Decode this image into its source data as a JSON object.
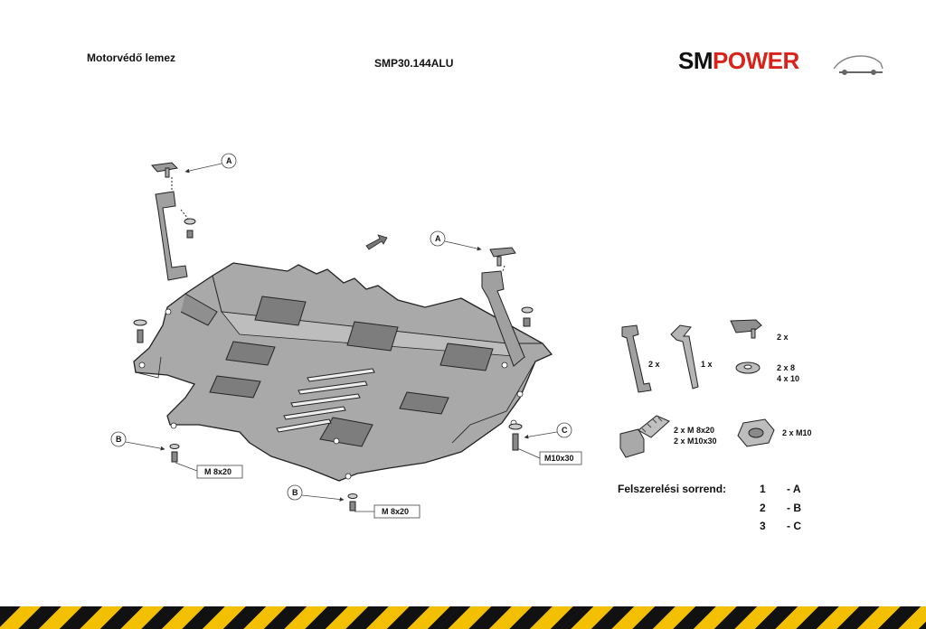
{
  "header": {
    "title": "Motorvédő lemez",
    "code": "SMP30.144ALU",
    "logo_part1": "SM",
    "logo_part2": "POWER",
    "logo_color_dark": "#111111",
    "logo_color_red": "#d9231a"
  },
  "callouts": {
    "a1": "A",
    "a2": "A",
    "b1": "B",
    "b2": "B",
    "c1": "C",
    "m8_1": "M 8x20",
    "m8_2": "M 8x20",
    "m10": "M10x30"
  },
  "parts": {
    "bracket_qty": "2 x",
    "bracket2_qty": "1 x",
    "clip_qty": "2 x",
    "washer_qty1": "2 x  8",
    "washer_qty2": "4 x 10",
    "bolt_qty1": "2 x  M 8x20",
    "bolt_qty2": "2 x  M10x30",
    "nut_qty": "2  x  M10"
  },
  "sequence": {
    "title": "Felszerelési sorrend:",
    "steps": [
      {
        "num": "1",
        "label": "- A"
      },
      {
        "num": "2",
        "label": "- B"
      },
      {
        "num": "3",
        "label": "- C"
      }
    ]
  },
  "colors": {
    "plate": "#a9a9a9",
    "stripe_yellow": "#f2c000",
    "stripe_black": "#111111"
  }
}
